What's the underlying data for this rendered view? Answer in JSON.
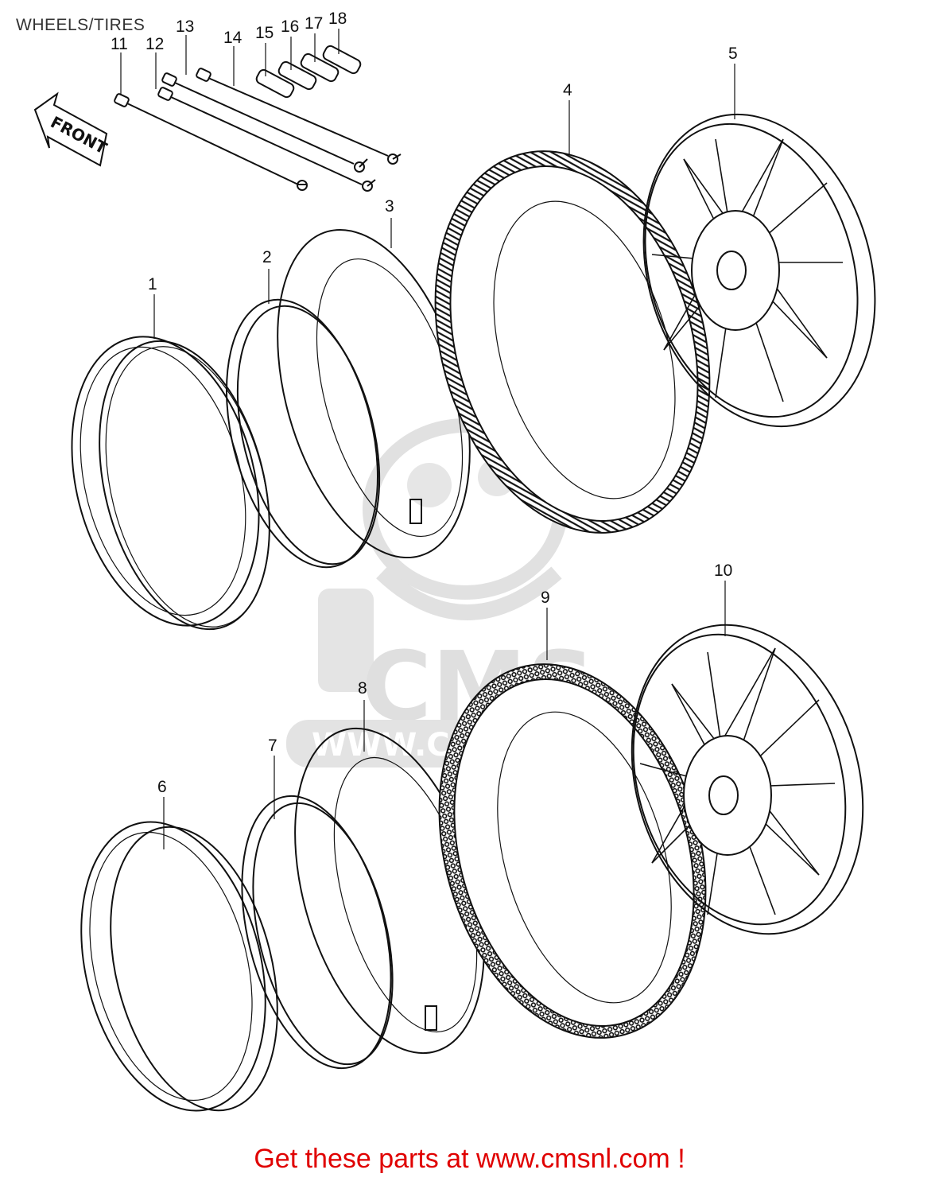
{
  "title": "WHEELS/TIRES",
  "footer": {
    "text": "Get these parts at www.cmsnl.com !",
    "color": "#e00000"
  },
  "front_arrow": {
    "label": "FRONT"
  },
  "watermark": {
    "brand": "CMS",
    "url": "WWW.CMSNL.COM",
    "color": "#d9d9d9"
  },
  "callouts": [
    {
      "id": "1",
      "label": "1"
    },
    {
      "id": "2",
      "label": "2"
    },
    {
      "id": "3",
      "label": "3"
    },
    {
      "id": "4",
      "label": "4"
    },
    {
      "id": "5",
      "label": "5"
    },
    {
      "id": "6",
      "label": "6"
    },
    {
      "id": "7",
      "label": "7"
    },
    {
      "id": "8",
      "label": "8"
    },
    {
      "id": "9",
      "label": "9"
    },
    {
      "id": "10",
      "label": "10"
    },
    {
      "id": "11",
      "label": "11"
    },
    {
      "id": "12",
      "label": "12"
    },
    {
      "id": "13",
      "label": "13"
    },
    {
      "id": "14",
      "label": "14"
    },
    {
      "id": "15",
      "label": "15"
    },
    {
      "id": "16",
      "label": "16"
    },
    {
      "id": "17",
      "label": "17"
    },
    {
      "id": "18",
      "label": "18"
    }
  ]
}
